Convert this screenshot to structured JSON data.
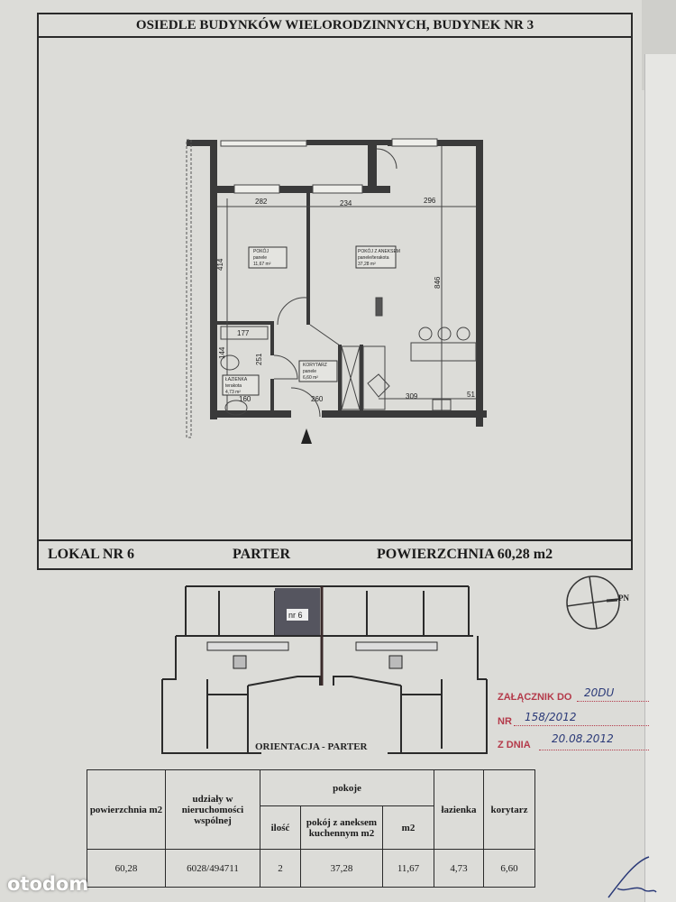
{
  "document": {
    "title": "OSIEDLE BUDYNKÓW WIELORODZINNYCH, BUDYNEK NR 3",
    "footer": {
      "unit": "LOKAL NR 6",
      "floor": "PARTER",
      "area": "POWIERZCHNIA 60,28 m2"
    }
  },
  "floor_plan": {
    "dimensions": [
      "282",
      "234",
      "296",
      "414",
      "846",
      "177",
      "144",
      "251",
      "160",
      "260",
      "309",
      "51"
    ],
    "rooms": [
      {
        "name": "POKÓJ",
        "floor": "panele",
        "area": "11,67 m²"
      },
      {
        "name": "POKÓJ Z ANEKSEM",
        "floor": "panele/terakota",
        "area": "37,28 m²"
      },
      {
        "name": "KORYTARZ",
        "floor": "panele",
        "area": "6,60 m²"
      },
      {
        "name": "ŁAZIENKA",
        "floor": "terakota",
        "area": "4,73 m²"
      }
    ]
  },
  "site_plan": {
    "highlight_label": "nr 6",
    "caption": "ORIENTACJA - PARTER",
    "highlight_color": "#55555f"
  },
  "compass": {
    "label": "PN"
  },
  "stamp": {
    "attachment_label": "ZAŁĄCZNIK DO",
    "attachment_value": "20DU",
    "number_label": "NR",
    "number_value": "158/2012",
    "date_label": "Z DNIA",
    "date_value": "20.08.2012",
    "color": "#b43a4a"
  },
  "table": {
    "headers": {
      "area": "powierzchnia m2",
      "shares": "udziały w nieruchomości wspólnej",
      "rooms": "pokoje",
      "count": "ilość",
      "room_kitchen": "pokój z aneksem kuchennym m2",
      "room_m2": "m2",
      "bathroom": "łazienka",
      "corridor": "korytarz"
    },
    "row": {
      "area": "60,28",
      "shares": "6028/494711",
      "count": "2",
      "room_kitchen": "37,28",
      "room_m2": "11,67",
      "bathroom": "4,73",
      "corridor": "6,60"
    }
  },
  "watermark": {
    "logo": "otodom"
  }
}
